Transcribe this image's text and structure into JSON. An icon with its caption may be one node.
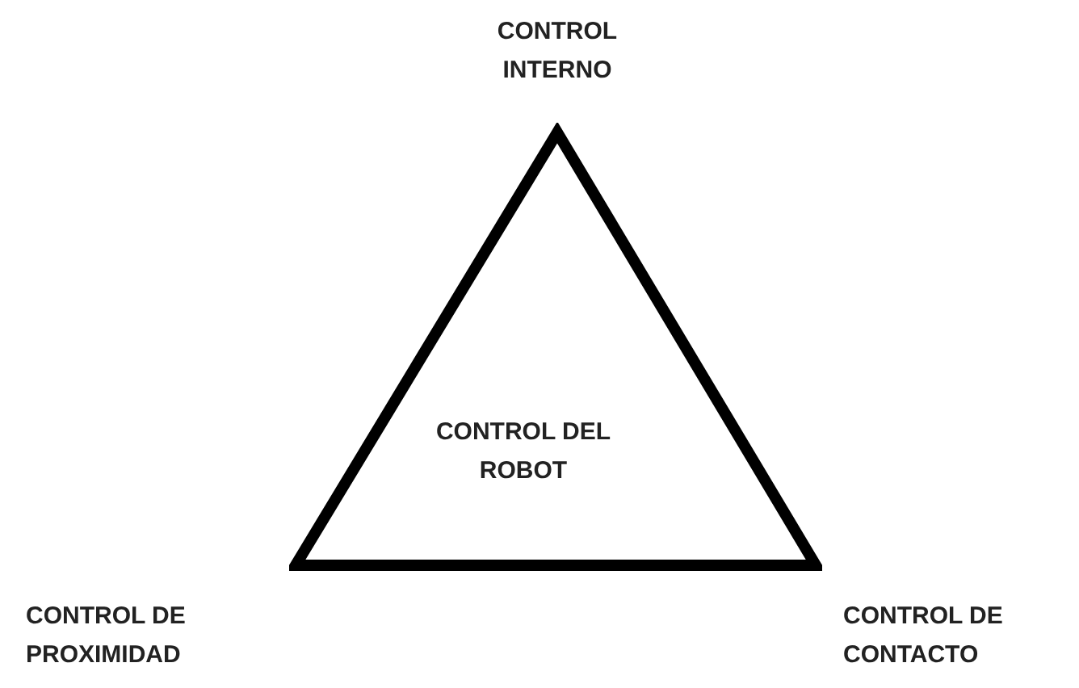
{
  "diagram": {
    "nodes": [
      {
        "text": [
          "CONTROL DEL ROBOT"
        ]
      }
    ],
    "labels": [
      "CONTROL INTERNO",
      "CONTROL DE PROXIMIDAD",
      "CONTROL DE CONTACTO"
    ]
  }
}
